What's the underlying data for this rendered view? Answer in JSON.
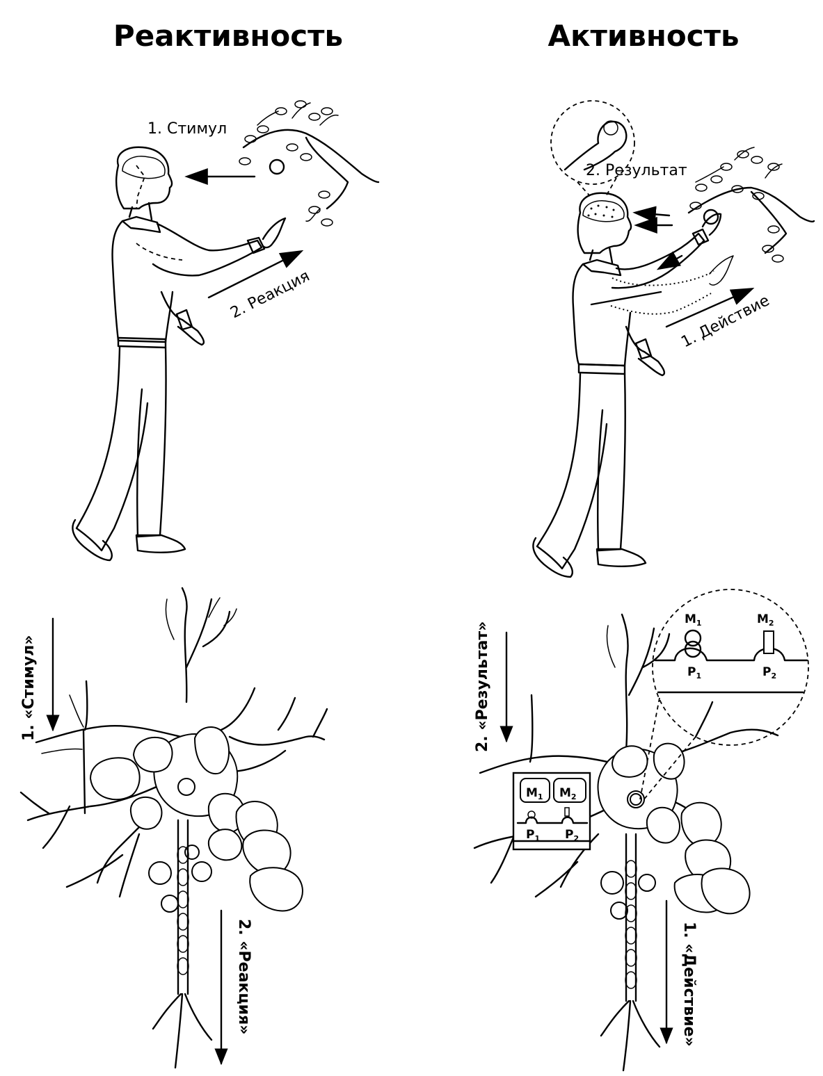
{
  "titles": {
    "left": "Реактивность",
    "right": "Активность"
  },
  "top_left": {
    "stimulus": "1. Стимул",
    "reaction": "2. Реакция"
  },
  "top_right": {
    "result": "2. Результат",
    "action": "1. Действие"
  },
  "bottom_left": {
    "stimulus": "1. «Стимул»",
    "reaction": "2. «Реакция»"
  },
  "bottom_right": {
    "result": "2. «Результат»",
    "action": "1. «Действие»",
    "inset": {
      "m1": "M",
      "m1_sub": "1",
      "m2": "M",
      "m2_sub": "2",
      "p1": "P",
      "p1_sub": "1",
      "p2": "P",
      "p2_sub": "2"
    }
  }
}
